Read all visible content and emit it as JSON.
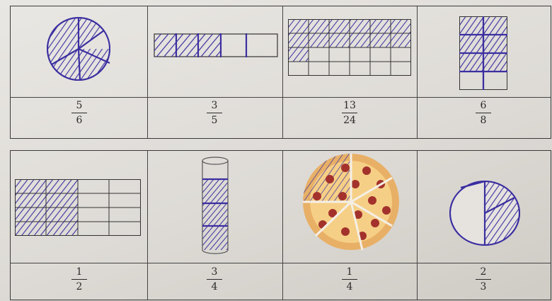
{
  "row1": {
    "fractions": [
      {
        "num": "5",
        "den": "6"
      },
      {
        "num": "3",
        "den": "5"
      },
      {
        "num": "13",
        "den": "24"
      },
      {
        "num": "6",
        "den": "8"
      }
    ]
  },
  "row2": {
    "fractions": [
      {
        "num": "1",
        "den": "2"
      },
      {
        "num": "3",
        "den": "4"
      },
      {
        "num": "1",
        "den": "4"
      },
      {
        "num": "2",
        "den": "3"
      }
    ]
  },
  "colors": {
    "ink": "#3b2fa0",
    "pizza_crust": "#e8b066",
    "pizza_cheese": "#f6cf86",
    "pepperoni": "#a3322c"
  }
}
